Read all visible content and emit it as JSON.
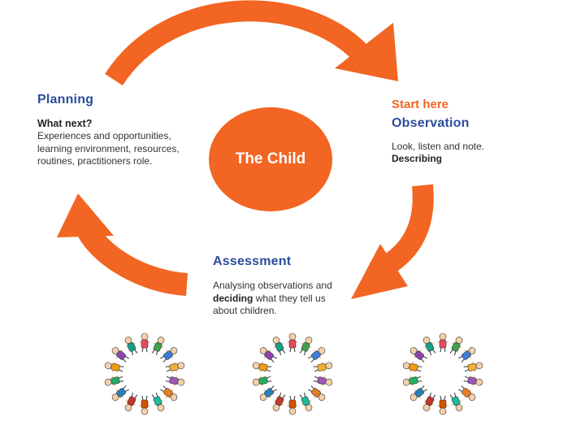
{
  "center": {
    "label": "The Child"
  },
  "planning": {
    "title": "Planning",
    "subtitle": "What next?",
    "body": "Experiences and opportunities, learning environment, resources, routines, practitioners role."
  },
  "observation": {
    "start_label": "Start here",
    "title": "Observation",
    "body": "Look, listen and note.",
    "emphasis": "Describing"
  },
  "assessment": {
    "title": "Assessment",
    "body_part1": "Analysing observations and",
    "body_bold": "deciding",
    "body_part2": "what they tell us about children."
  },
  "illustrations": [
    {
      "name": "children-circle",
      "count": 3
    }
  ],
  "colors": {
    "orange": "#f26522",
    "blue": "#2b4d9a",
    "text": "#333333"
  }
}
